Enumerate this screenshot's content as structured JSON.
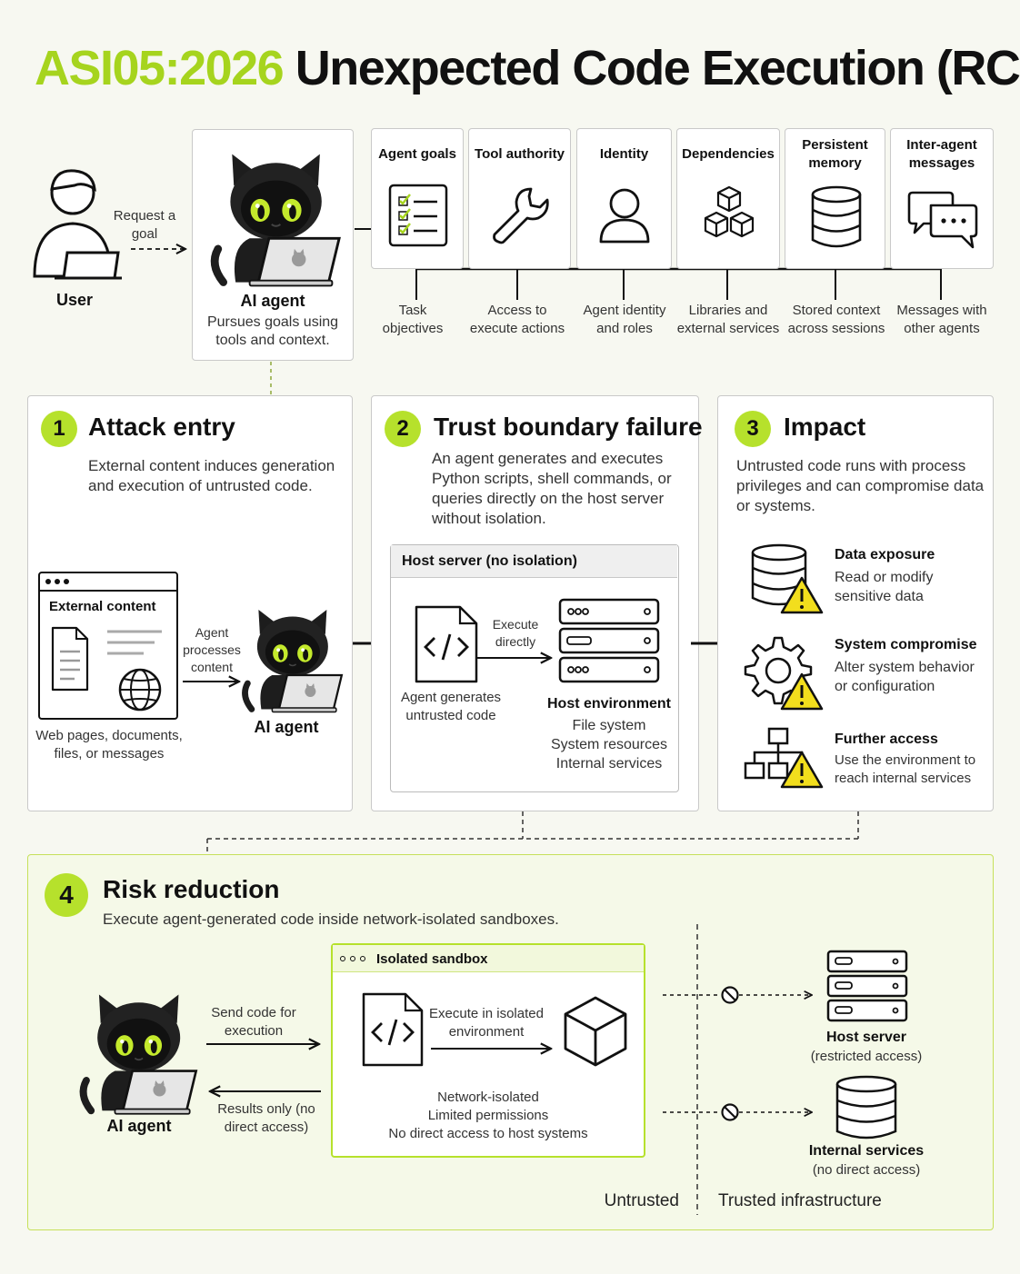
{
  "title": {
    "code": "ASI05:2026",
    "text": "Unexpected Code Execution (RCE)"
  },
  "header": {
    "user_label": "User",
    "request_label": "Request a goal",
    "agent_title": "AI agent",
    "agent_desc": "Pursues goals using tools and context.",
    "capabilities": [
      {
        "title": "Agent goals",
        "icon": "checklist-icon",
        "desc": "Task objectives"
      },
      {
        "title": "Tool authority",
        "icon": "wrench-icon",
        "desc": "Access to execute actions"
      },
      {
        "title": "Identity",
        "icon": "person-icon",
        "desc": "Agent identity and roles"
      },
      {
        "title": "Dependencies",
        "icon": "cubes-icon",
        "desc": "Libraries and external services"
      },
      {
        "title": "Persistent memory",
        "icon": "database-icon",
        "desc": "Stored context across sessions"
      },
      {
        "title": "Inter-agent messages",
        "icon": "chat-icon",
        "desc": "Messages with other agents"
      }
    ]
  },
  "step1": {
    "num": "1",
    "title": "Attack entry",
    "desc": "External content induces generation and execution of untrusted code.",
    "window_title": "External content",
    "window_caption": "Web pages, documents, files, or messages",
    "arrow_label": "Agent processes content",
    "agent_label": "AI agent"
  },
  "step2": {
    "num": "2",
    "title": "Trust boundary failure",
    "desc": "An agent generates and executes Python scripts, shell commands, or queries directly on the host server without isolation.",
    "panel_title": "Host server (no isolation)",
    "code_caption": "Agent generates untrusted code",
    "arrow_label": "Execute directly",
    "env_title": "Host environment",
    "env_items": [
      "File system",
      "System resources",
      "Internal services"
    ]
  },
  "step3": {
    "num": "3",
    "title": "Impact",
    "desc": "Untrusted code runs with process privileges and can compromise data or systems.",
    "impacts": [
      {
        "title": "Data exposure",
        "desc": "Read or modify sensitive data",
        "icon": "database-warning-icon"
      },
      {
        "title": "System compromise",
        "desc": "Alter system behavior or configuration",
        "icon": "gear-warning-icon"
      },
      {
        "title": "Further access",
        "desc": "Use the environment to reach internal services",
        "icon": "network-warning-icon"
      }
    ]
  },
  "step4": {
    "num": "4",
    "title": "Risk reduction",
    "desc": "Execute agent-generated code inside network-isolated sandboxes.",
    "agent_label": "AI agent",
    "send_label": "Send code for execution",
    "results_label": "Results only (no direct access)",
    "sandbox_title": "Isolated sandbox",
    "execute_label": "Execute in isolated environment",
    "sandbox_props": [
      "Network-isolated",
      "Limited permissions",
      "No direct access to host systems"
    ],
    "host_title": "Host server",
    "host_sub": "(restricted access)",
    "internal_title": "Internal services",
    "internal_sub": "(no direct access)",
    "untrusted_label": "Untrusted",
    "trusted_label": "Trusted infrastructure"
  },
  "colors": {
    "accent": "#b6e12c",
    "accent_text": "#a6d41e",
    "warning": "#f2de1d",
    "sandbox_bg": "#f4f8e6"
  }
}
